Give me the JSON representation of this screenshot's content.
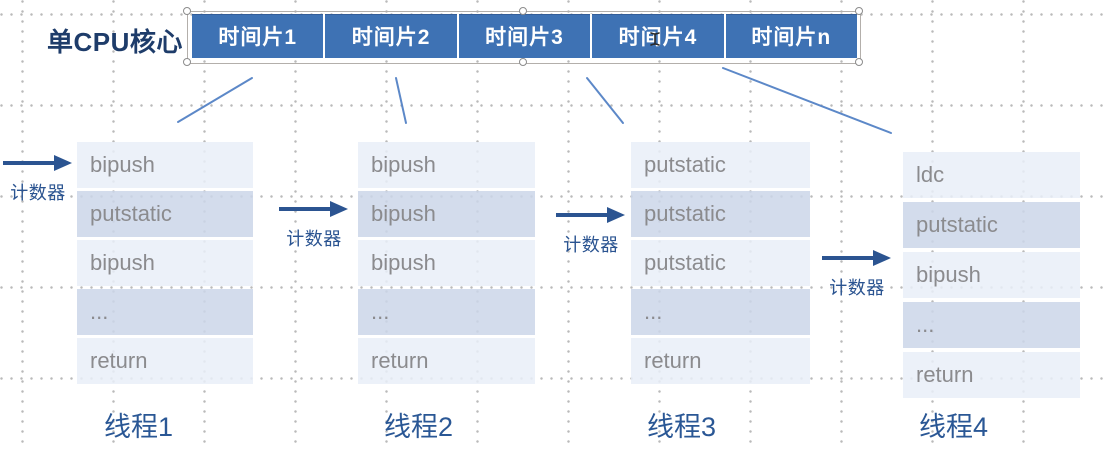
{
  "slide": {
    "cpu_label": "单CPU核心",
    "time_slices": [
      "时间片1",
      "时间片2",
      "时间片3",
      "时间片4",
      "时间片n"
    ],
    "counter_label": "计数器",
    "threads": [
      {
        "name": "线程1",
        "counter_row": 1,
        "instructions": [
          "bipush",
          "putstatic",
          "bipush",
          "...",
          "return"
        ]
      },
      {
        "name": "线程2",
        "counter_row": 2,
        "instructions": [
          "bipush",
          "bipush",
          "bipush",
          "...",
          "return"
        ]
      },
      {
        "name": "线程3",
        "counter_row": 2,
        "instructions": [
          "putstatic",
          "putstatic",
          "putstatic",
          "...",
          "return"
        ]
      },
      {
        "name": "线程4",
        "counter_row": 3,
        "instructions": [
          "ldc",
          "putstatic",
          "bipush",
          "...",
          "return"
        ]
      }
    ]
  },
  "colors": {
    "slice-blue": "#3e72b4",
    "slice-text": "#ffffff",
    "title-blue": "#1e3c6a",
    "thread-label-blue": "#2a5795",
    "counter-blue": "#2b5491",
    "connector-blue": "#5c88c8",
    "row-light": "#e9eef7",
    "row-dark": "#ccd6e9",
    "instruction-gray": "#8b8b8e",
    "selection-handle-border": "#8c8c8c"
  }
}
